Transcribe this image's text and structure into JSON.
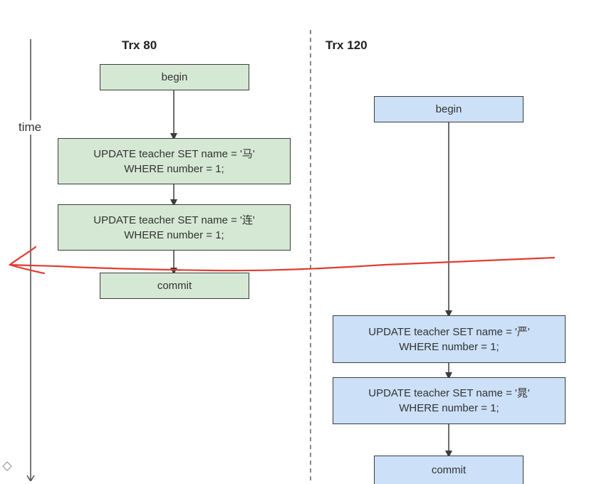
{
  "axis": {
    "label": "time"
  },
  "lanes": [
    {
      "title": "Trx 80",
      "color": "#d5e8d4",
      "steps": [
        {
          "lines": [
            "begin"
          ]
        },
        {
          "lines": [
            "UPDATE teacher  SET name = '马'",
            "WHERE number = 1;"
          ]
        },
        {
          "lines": [
            "UPDATE teacher  SET name = '连'",
            "WHERE number = 1;"
          ]
        },
        {
          "lines": [
            "commit"
          ]
        }
      ]
    },
    {
      "title": "Trx 120",
      "color": "#cce0f7",
      "steps": [
        {
          "lines": [
            "begin"
          ]
        },
        {
          "lines": [
            "UPDATE teacher  SET name = '严'",
            "WHERE number = 1;"
          ]
        },
        {
          "lines": [
            "UPDATE teacher  SET name = '晁'",
            "WHERE number = 1;"
          ]
        },
        {
          "lines": [
            "commit"
          ]
        }
      ]
    }
  ],
  "colors": {
    "annotation": "#e03c31",
    "border": "#3c3c3c",
    "text": "#333333"
  }
}
